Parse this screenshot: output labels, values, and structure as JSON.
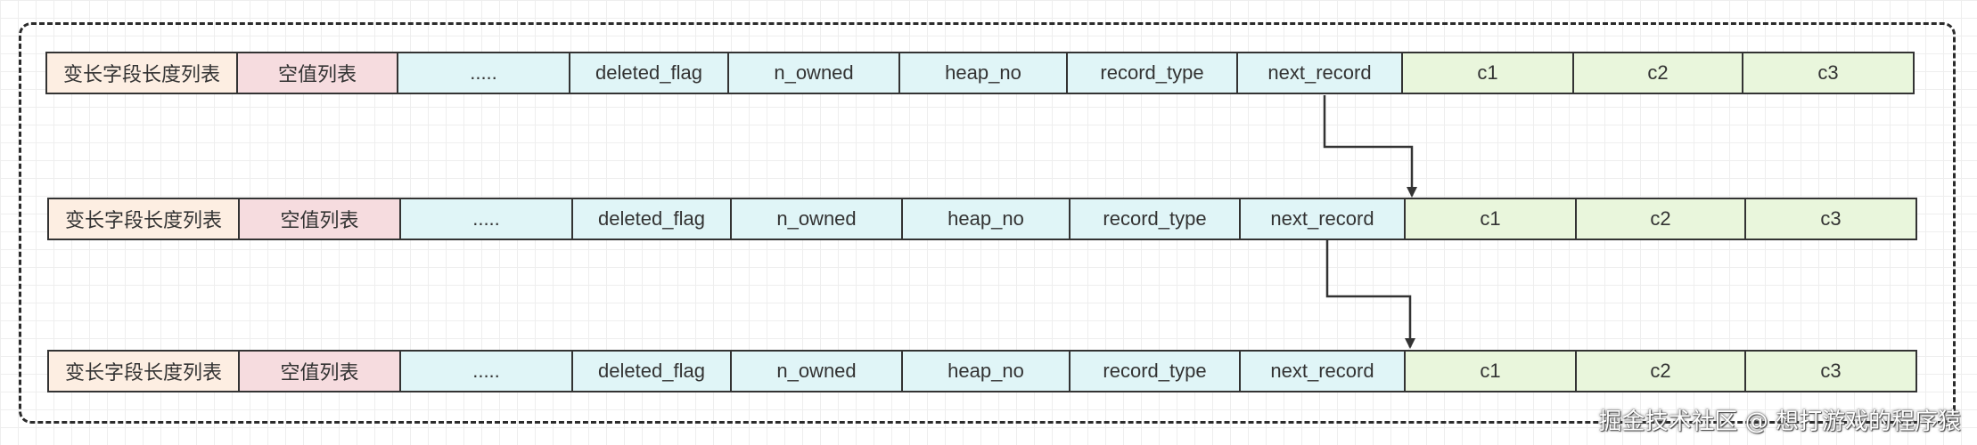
{
  "rows": [
    {
      "fields": [
        "变长字段长度列表",
        "空值列表",
        ".....",
        "deleted_flag",
        "n_owned",
        "heap_no",
        "record_type",
        "next_record",
        "c1",
        "c2",
        "c3"
      ]
    },
    {
      "fields": [
        "变长字段长度列表",
        "空值列表",
        ".....",
        "deleted_flag",
        "n_owned",
        "heap_no",
        "record_type",
        "next_record",
        "c1",
        "c2",
        "c3"
      ]
    },
    {
      "fields": [
        "变长字段长度列表",
        "空值列表",
        ".....",
        "deleted_flag",
        "n_owned",
        "heap_no",
        "record_type",
        "next_record",
        "c1",
        "c2",
        "c3"
      ]
    }
  ],
  "field_colors": {
    "variable_length_list": "#fdeee2",
    "null_list": "#f6dcdf",
    "header_fields": "#e0f5f7",
    "data_columns": "#e9f6dc",
    "borders_and_arrows": "#333333"
  },
  "watermark": "掘金技术社区 @ 想打游戏的程序猿"
}
